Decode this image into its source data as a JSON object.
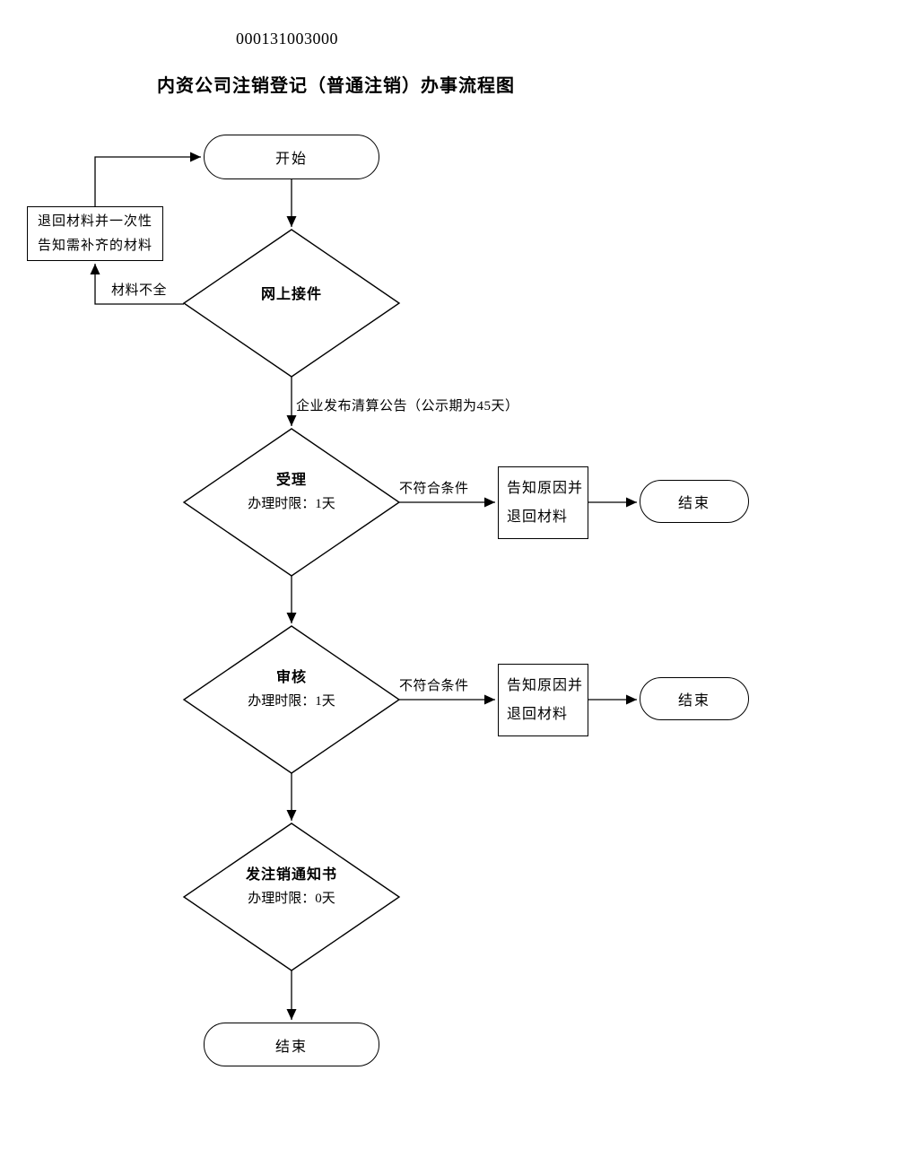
{
  "document": {
    "code": "000131003000",
    "title": "内资公司注销登记（普通注销）办事流程图"
  },
  "flowchart": {
    "start": {
      "label": "开始"
    },
    "return_materials_box": {
      "line1": "退回材料并一次性",
      "line2": "告知需补齐的材料"
    },
    "online_intake": {
      "label": "网上接件"
    },
    "acceptance": {
      "label": "受理",
      "time_limit": "办理时限：1天"
    },
    "review": {
      "label": "审核",
      "time_limit": "办理时限：1天"
    },
    "issue_notice": {
      "label": "发注销通知书",
      "time_limit": "办理时限：0天"
    },
    "notify_reason_boxes": [
      {
        "line1": "告知原因并",
        "line2": "退回材料"
      },
      {
        "line1": "告知原因并",
        "line2": "退回材料"
      }
    ],
    "end_nodes": [
      {
        "label": "结束"
      },
      {
        "label": "结束"
      },
      {
        "label": "结束"
      }
    ],
    "edge_labels": {
      "materials_incomplete": "材料不全",
      "liquidation_announcement": "企业发布清算公告（公示期为45天）",
      "not_meet_conditions_1": "不符合条件",
      "not_meet_conditions_2": "不符合条件"
    }
  },
  "colors": {
    "line": "#000000",
    "background": "#ffffff"
  }
}
